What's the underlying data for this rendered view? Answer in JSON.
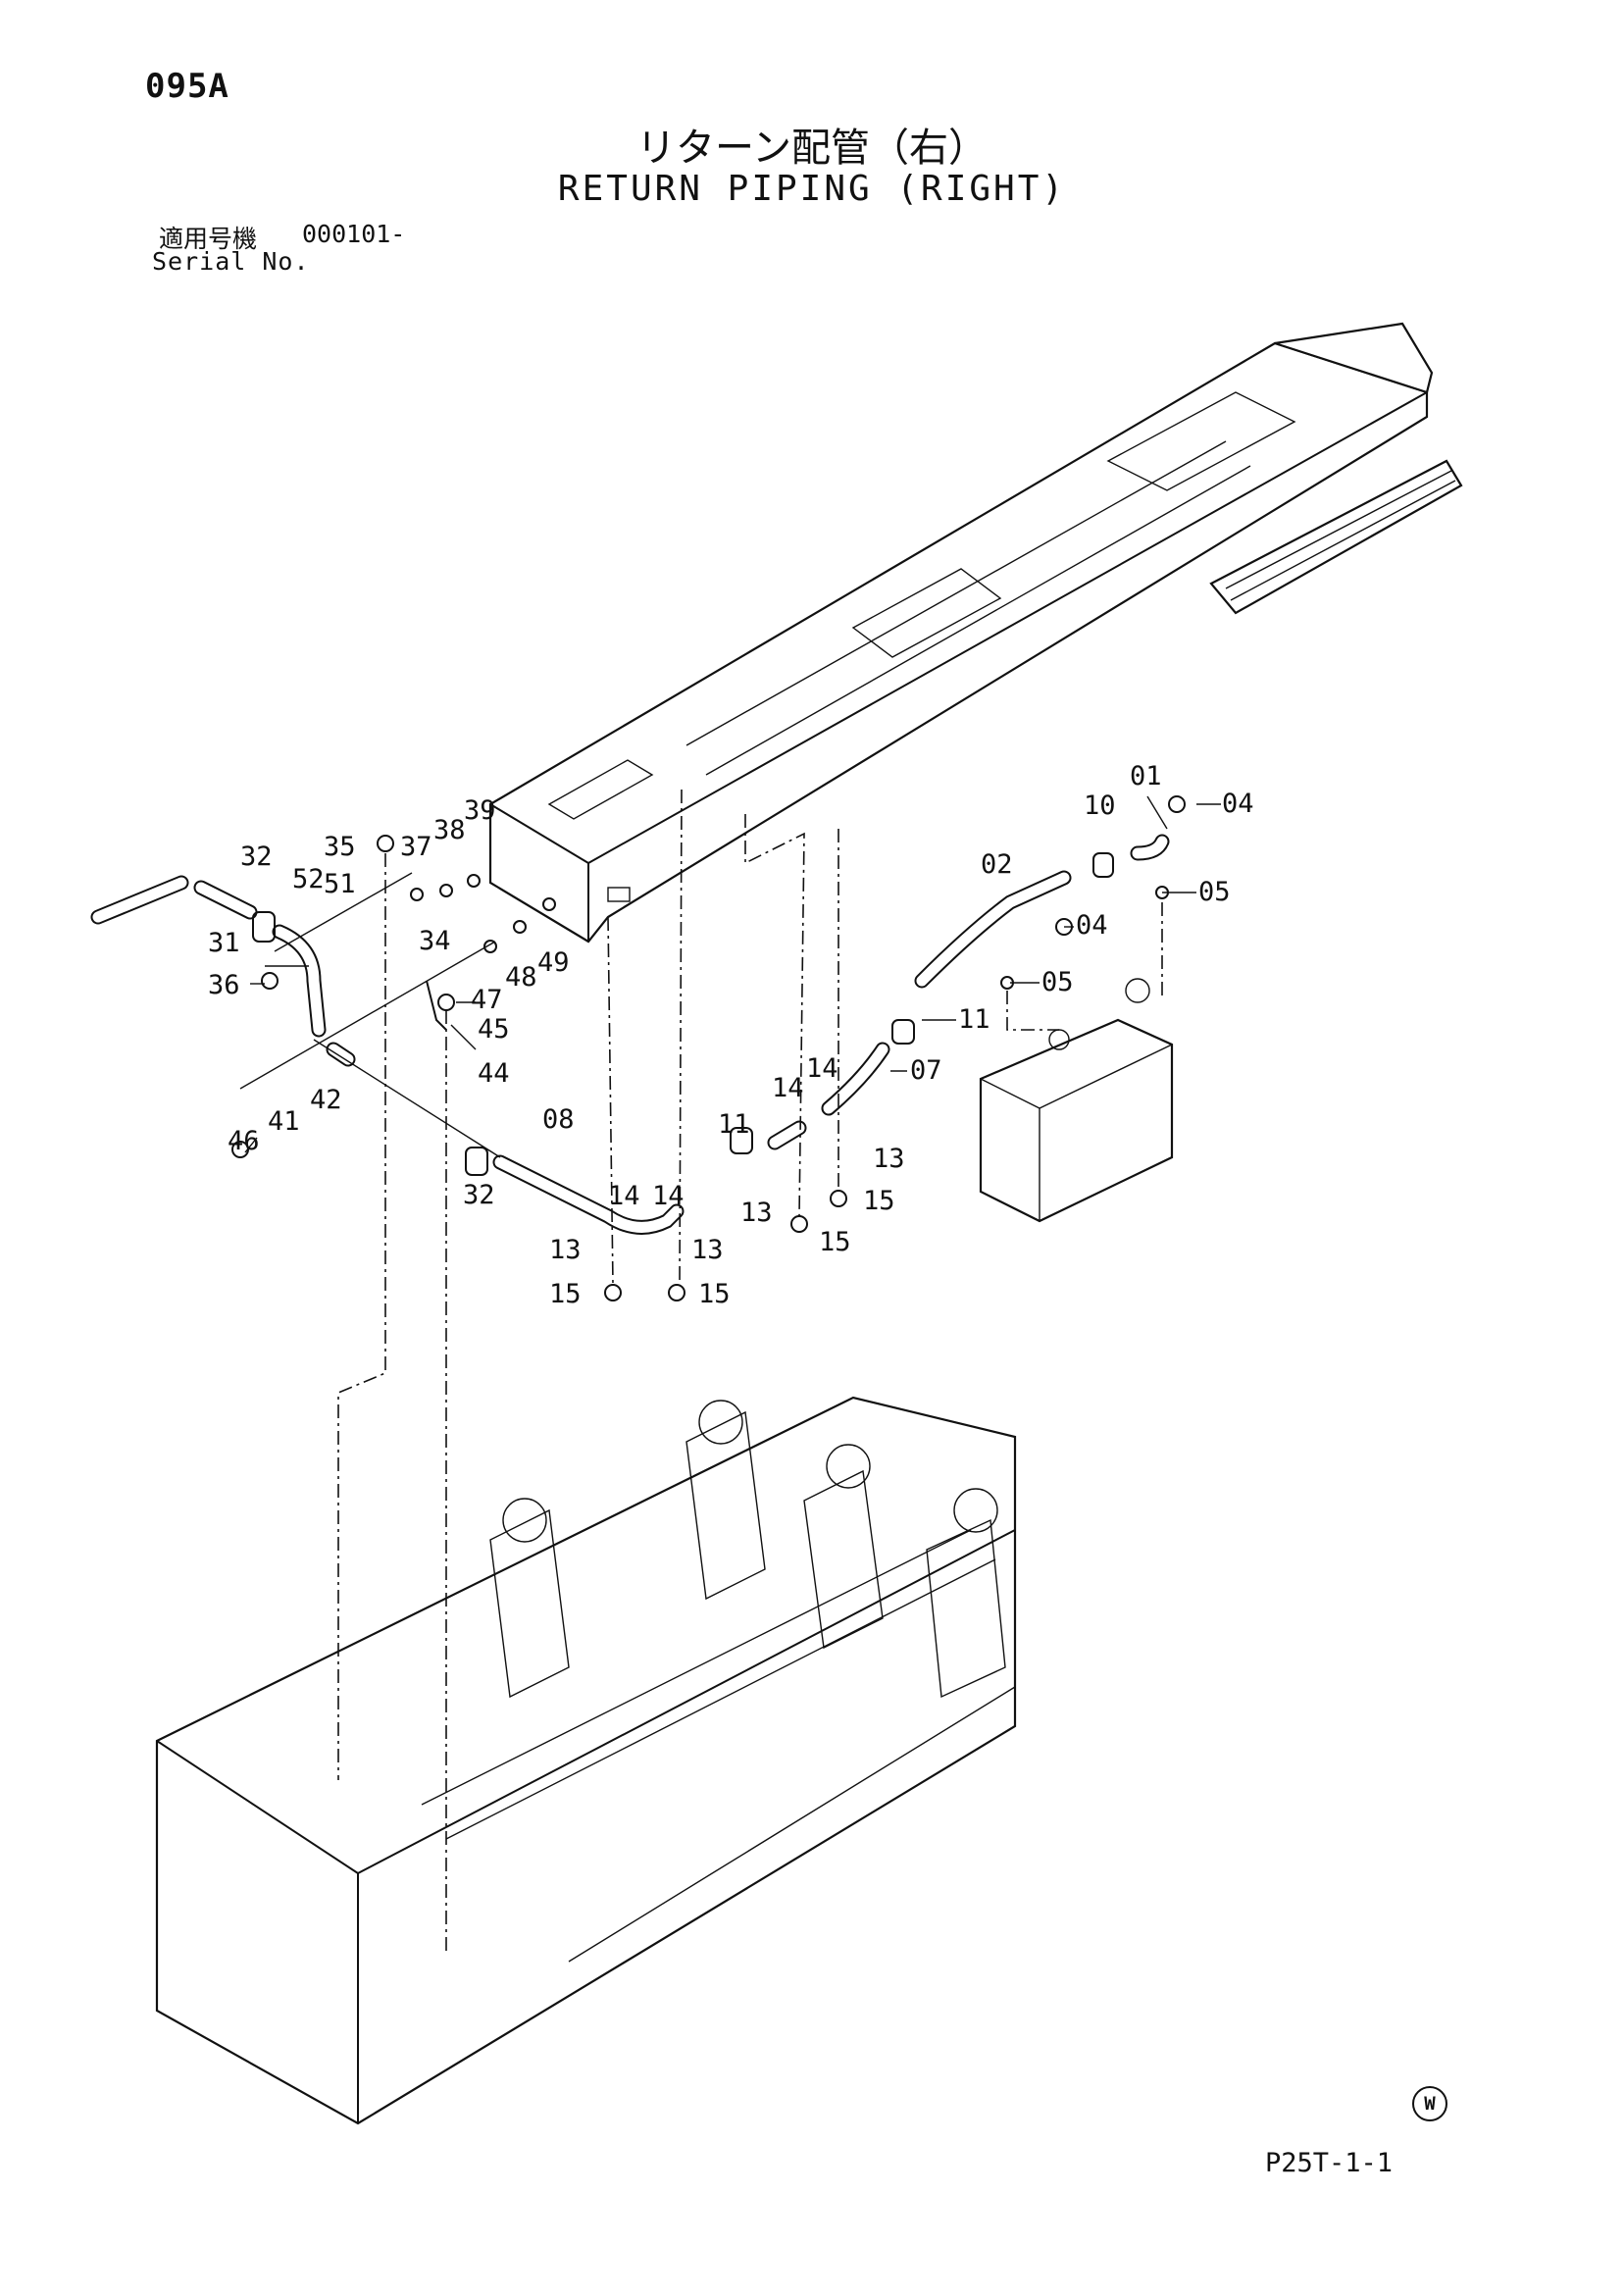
{
  "header": {
    "page_code": "095A",
    "title_jp": "リターン配管（右）",
    "title_en": "RETURN PIPING (RIGHT)",
    "serial_label_jp": "適用号機",
    "serial_number": "000101-",
    "serial_label_en": "Serial No."
  },
  "callouts": {
    "c01": "01",
    "c02": "02",
    "c04a": "04",
    "c04b": "04",
    "c05a": "05",
    "c05b": "05",
    "c07": "07",
    "c08": "08",
    "c10": "10",
    "c11a": "11",
    "c11b": "11",
    "c13a": "13",
    "c13b": "13",
    "c13c": "13",
    "c13d": "13",
    "c14a": "14",
    "c14b": "14",
    "c14c": "14",
    "c14d": "14",
    "c15a": "15",
    "c15b": "15",
    "c15c": "15",
    "c15d": "15",
    "c31": "31",
    "c32a": "32",
    "c32b": "32",
    "c34": "34",
    "c35": "35",
    "c36": "36",
    "c37": "37",
    "c38": "38",
    "c39": "39",
    "c41": "41",
    "c42": "42",
    "c44": "44",
    "c45": "45",
    "c46": "46",
    "c47": "47",
    "c48": "48",
    "c49": "49",
    "c51": "51",
    "c52": "52"
  },
  "footer": {
    "mark": "W",
    "drawing_code": "P25T-1-1"
  }
}
